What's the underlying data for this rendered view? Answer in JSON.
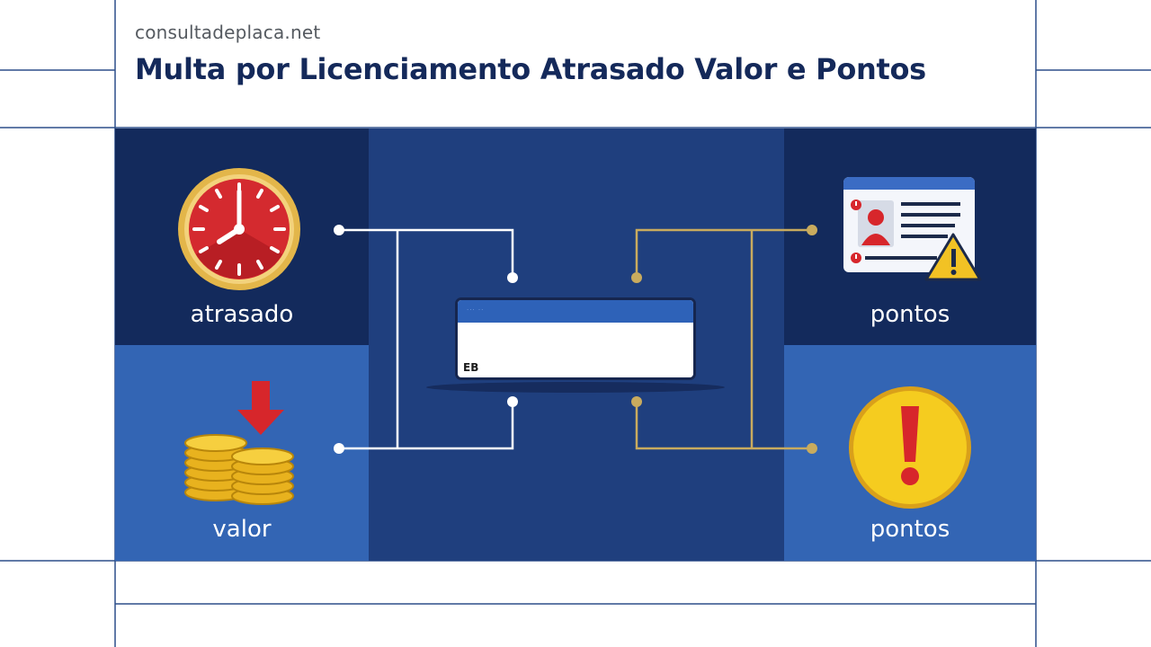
{
  "site": "consultadeplaca.net",
  "title": "Multa por Licenciamento Atrasado Valor e Pontos",
  "tiles": {
    "atrasado": {
      "label": "atrasado"
    },
    "valor": {
      "label": "valor"
    },
    "pontos_doc": {
      "label": "pontos"
    },
    "pontos_alerta": {
      "label": "pontos"
    }
  },
  "card": {
    "head_text": "··· ··",
    "chip_text": "EB"
  },
  "icons": {
    "atrasado": "clock-icon",
    "valor": "coins-down-arrow-icon",
    "pontos_doc": "license-warning-icon",
    "pontos_alerta": "exclamation-icon"
  },
  "colors": {
    "navy": "#132a5c",
    "blue": "#3365b4",
    "center": "#1f3f7e",
    "title": "#14295a",
    "wire_left": "#ffffff",
    "wire_right": "#c9ab5e",
    "accent_red": "#d7262b",
    "gold": "#f2c224"
  }
}
